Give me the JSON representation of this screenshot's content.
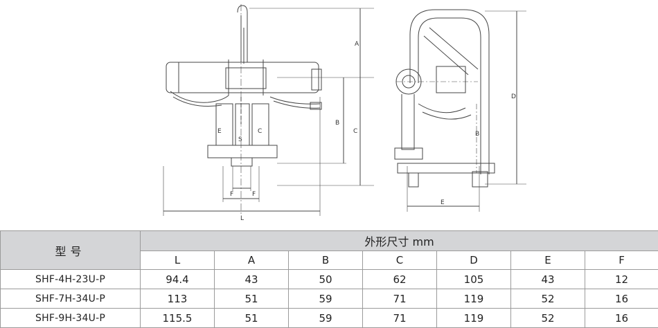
{
  "table": {
    "model_header": "型号",
    "dim_header": "外形尺寸 mm",
    "columns": [
      "L",
      "A",
      "B",
      "C",
      "D",
      "E",
      "F"
    ],
    "rows": [
      {
        "model": "SHF-4H-23U-P",
        "values": [
          "94.4",
          "43",
          "50",
          "62",
          "105",
          "43",
          "12"
        ]
      },
      {
        "model": "SHF-7H-34U-P",
        "values": [
          "113",
          "51",
          "59",
          "71",
          "119",
          "52",
          "16"
        ]
      },
      {
        "model": "SHF-9H-34U-P",
        "values": [
          "115.5",
          "51",
          "59",
          "71",
          "119",
          "52",
          "16"
        ]
      }
    ]
  },
  "drawing": {
    "labels": {
      "A": "A",
      "B": "B",
      "C": "C",
      "D": "D",
      "E": "E",
      "F": "F",
      "L": "L",
      "port_e": "E",
      "port_s": "S",
      "port_c": "C"
    }
  }
}
